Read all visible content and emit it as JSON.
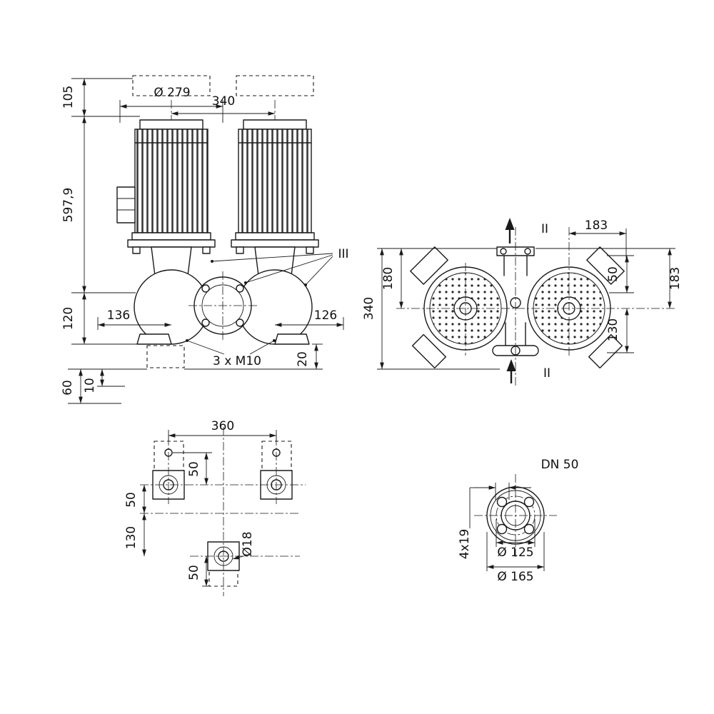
{
  "title": "pump-dimensional-drawing",
  "colors": {
    "ink": "#1a1a1a",
    "background": "#ffffff"
  },
  "front": {
    "dia_motor": "Ø 279",
    "spacing": "340",
    "h_top": "105",
    "h_total": "597,9",
    "h_base": "120",
    "off_left": "136",
    "off_right": "126",
    "section3": "III",
    "bolts": "3 x M10",
    "pad_h": "20",
    "foot_a": "60",
    "foot_b": "10"
  },
  "top": {
    "w_half": "183",
    "h_right": "183",
    "flange_off": "50",
    "h_bottom": "130",
    "h_left": "180",
    "h_total": "340",
    "section_top": "II",
    "section_bottom": "II"
  },
  "foundation": {
    "bolt_span": "360",
    "off_top": "50",
    "row_gap": "50",
    "row_bottom": "130",
    "off_bottom": "50",
    "hole_dia": "Ø18"
  },
  "flange": {
    "dn": "DN 50",
    "holes": "4x19",
    "bolt_circle": "Ø 125",
    "outer_dia": "Ø 165"
  }
}
